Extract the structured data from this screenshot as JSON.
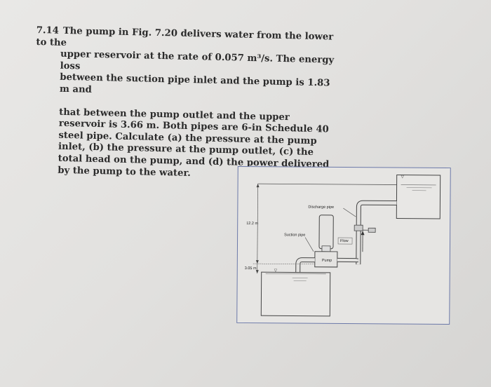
{
  "problem": {
    "number": "7.14",
    "paragraph1_line1": "The pump in Fig. 7.20 delivers water from the lower to the",
    "paragraph1_line2": "upper reservoir at the rate of 0.057 m³/s. The energy loss",
    "paragraph1_line3": "between the suction pipe inlet and the pump is 1.83 m and",
    "paragraph2": "that between the pump outlet and the upper reservoir is 3.66 m. Both pipes are 6-in Schedule 40 steel pipe. Calculate (a) the pressure at the pump inlet, (b) the pressure at the pump outlet, (c) the total head on the pump, and (d) the power delivered by the pump to the water."
  },
  "figure": {
    "discharge_label": "Discharge pipe",
    "suction_label": "Suction pipe",
    "flow_label": "Flow",
    "pump_label": "Pump",
    "height_upper": "12.2 m",
    "height_lower": "3.05 m"
  }
}
